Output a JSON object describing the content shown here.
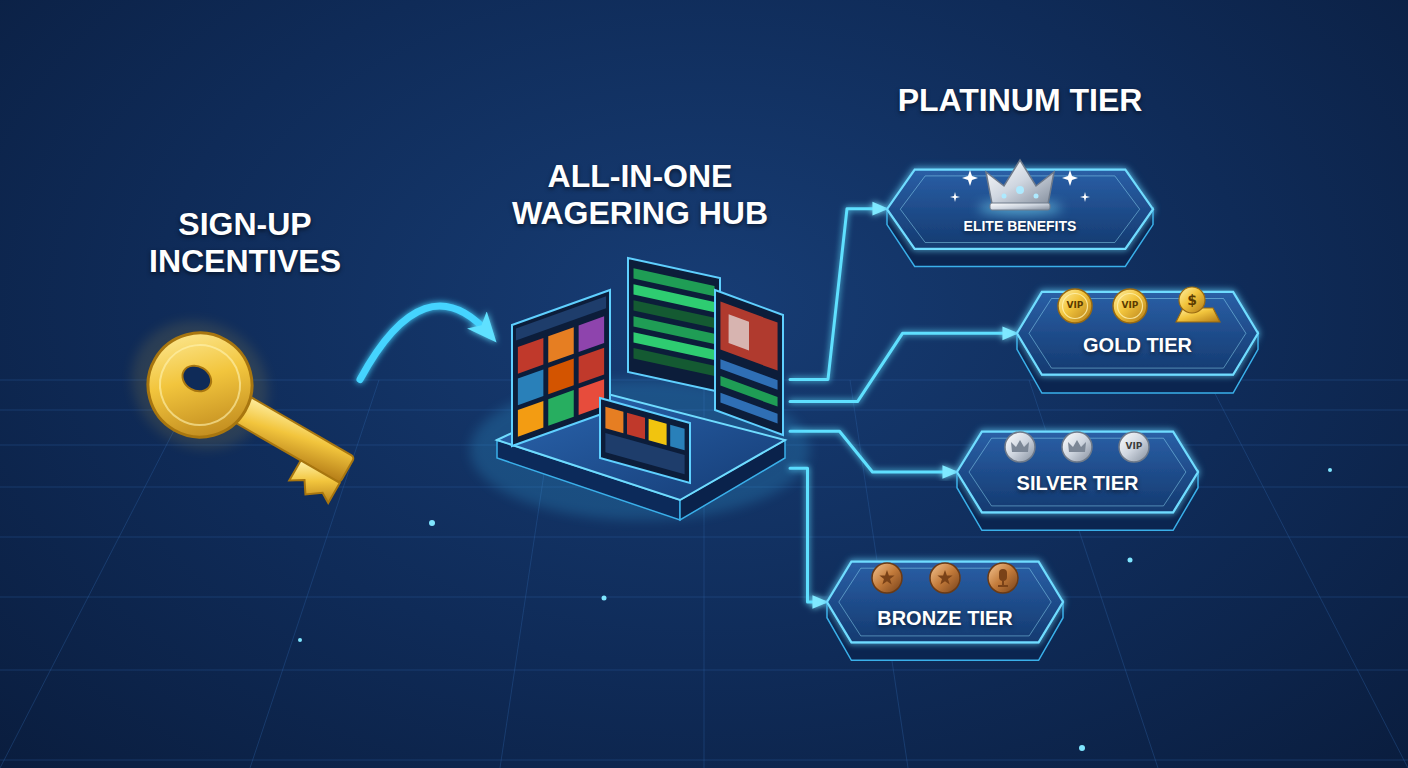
{
  "diagram": {
    "nodes": [
      {
        "text": [
          "SIGN-UP INCENTIVES"
        ]
      },
      {
        "text": [
          "ALL-IN-ONE WAGERING HUB"
        ]
      },
      {
        "text": [
          "PLATINUM TIER",
          "ELITE BENEFITS"
        ]
      },
      {
        "text": [
          "GOLD TIER"
        ]
      },
      {
        "text": [
          "SILVER TIER"
        ]
      },
      {
        "text": [
          "BRONZE TIER"
        ]
      }
    ],
    "edges": [
      {
        "from": 0,
        "to": 1,
        "arrow": "to"
      },
      {
        "from": 1,
        "to": 2,
        "arrow": "to"
      },
      {
        "from": 1,
        "to": 3,
        "arrow": "to"
      },
      {
        "from": 1,
        "to": 4,
        "arrow": "to"
      },
      {
        "from": 1,
        "to": 5,
        "arrow": "to"
      }
    ],
    "labels": [
      "VIP",
      "VIP",
      "$",
      "VIP"
    ]
  }
}
